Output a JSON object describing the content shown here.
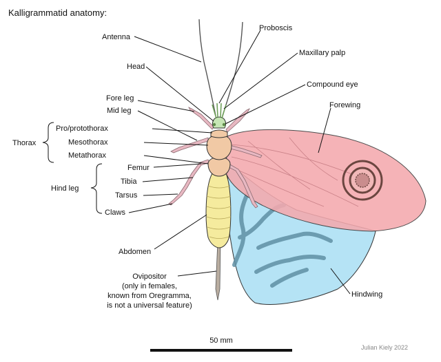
{
  "title": "Kalligrammatid anatomy:",
  "labels": {
    "antenna": "Antenna",
    "proboscis": "Proboscis",
    "maxillary_palp": "Maxillary palp",
    "head": "Head",
    "compound_eye": "Compound eye",
    "fore_leg": "Fore leg",
    "mid_leg": "Mid leg",
    "forewing": "Forewing",
    "thorax": "Thorax",
    "prothorax": "Pro/protothorax",
    "mesothorax": "Mesothorax",
    "metathorax": "Metathorax",
    "hind_leg": "Hind leg",
    "femur": "Femur",
    "tibia": "Tibia",
    "tarsus": "Tarsus",
    "claws": "Claws",
    "abdomen": "Abdomen",
    "ovipositor": [
      "Ovipositor",
      "(only in females,",
      "known from Oregramma,",
      "is not a universal feature)"
    ],
    "hindwing": "Hindwing"
  },
  "scale_bar_label": "50 mm",
  "credit": "Julian Kiely 2022",
  "colors": {
    "forewing": "#f4a9ae",
    "hindwing": "#b5e3f5",
    "hindwing_band": "#5f8fa3",
    "eyespot": "#6b4640",
    "abdomen": "#f5eb9e",
    "thorax": "#f1c9a5",
    "head": "#c6e6b5",
    "leg": "#e8b8c2"
  }
}
